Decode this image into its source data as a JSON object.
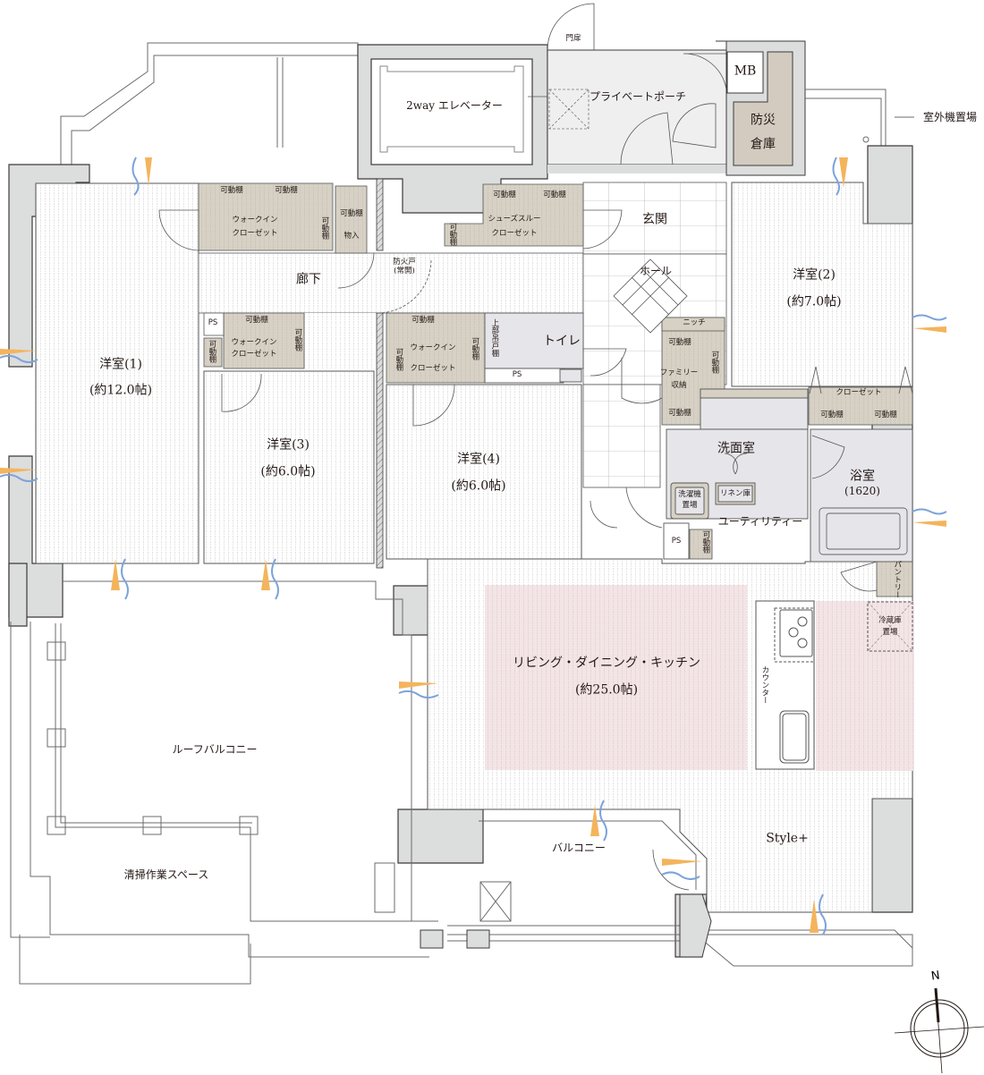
{
  "plan": {
    "colors": {
      "wall": "#dcdddd",
      "wall_stroke": "#3e3a39",
      "closet": "#d6d1c4",
      "storage_dark": "#d3cbc0",
      "wet_area": "#e6e5ea",
      "porch": "#efeff0",
      "ldk_highlight": "#f3e4e6",
      "floor_line": "#d8d8d8",
      "window_blue": "#7ba3db",
      "window_orange": "#f4b45c"
    },
    "exterior": {
      "elevator": "2way エレベーター",
      "private_porch": "プライベートポーチ",
      "gate_door": "門扉",
      "mb": "MB",
      "disaster_storage_line1": "防災",
      "disaster_storage_line2": "倉庫",
      "outdoor_unit": "室外機置場"
    },
    "rooms": {
      "bedroom1": {
        "name": "洋室(1)",
        "size": "(約12.0帖)"
      },
      "bedroom2": {
        "name": "洋室(2)",
        "size": "(約7.0帖)"
      },
      "bedroom3": {
        "name": "洋室(3)",
        "size": "(約6.0帖)"
      },
      "bedroom4": {
        "name": "洋室(4)",
        "size": "(約6.0帖)"
      },
      "ldk": {
        "name": "リビング・ダイニング・キッチン",
        "size": "(約25.0帖)"
      },
      "entrance": "玄関",
      "hall": "ホール",
      "corridor": "廊下",
      "toilet": "トイレ",
      "washroom": "洗面室",
      "bathroom": {
        "name": "浴室",
        "size": "(1620)"
      },
      "utility": "ユーティリティー",
      "roof_balcony": "ルーフバルコニー",
      "cleaning_space": "清掃作業スペース",
      "balcony": "バルコニー",
      "style_plus": "Style+"
    },
    "storage": {
      "movable_shelf": "可動棚",
      "movable_shelf_vertical": "可動棚",
      "walk_in_closet_line1": "ウォークイン",
      "walk_in_closet_line2": "クローゼット",
      "shoes_closet_line1": "シューズスルー",
      "shoes_closet_line2": "クローゼット",
      "storage_room": "物入",
      "closet": "クローゼット",
      "niche": "ニッチ",
      "family_storage_line1": "ファミリー",
      "family_storage_line2": "収納",
      "linen": "リネン庫",
      "washer_line1": "洗濯機",
      "washer_line2": "置場",
      "upper_cabinet": "上部吊戸棚",
      "pantry": "パントリー",
      "fridge_line1": "冷蔵庫",
      "fridge_line2": "置場",
      "counter": "カウンター",
      "ps": "PS",
      "fire_door_line1": "防火戸",
      "fire_door_line2": "(常開)"
    },
    "compass": {
      "north": "N"
    }
  }
}
